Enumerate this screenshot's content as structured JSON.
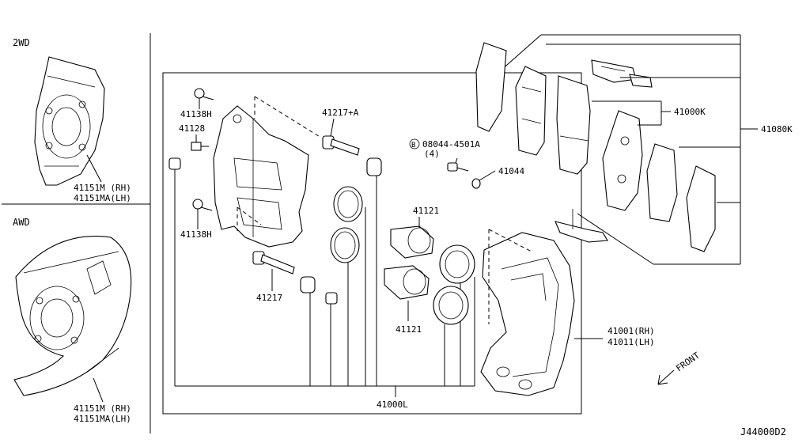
{
  "sections": {
    "two_wd": "2WD",
    "awd": "AWD"
  },
  "labels": {
    "shield_2wd_rh": "41151M (RH)",
    "shield_2wd_lh": "41151MA(LH)",
    "shield_awd_rh": "41151M (RH)",
    "shield_awd_lh": "41151MA(LH)",
    "bolt_top": "41138H",
    "bleeder": "41128",
    "bolt_lower": "41138H",
    "pin_a": "41217+A",
    "pin": "41217",
    "bolt_spec": "08044-4501A",
    "bolt_spec_marker": "B",
    "bolt_qty": "(4)",
    "washer": "41044",
    "piston_top": "41121",
    "piston_bottom": "41121",
    "pad_set": "41000K",
    "pad_kit": "41080K",
    "caliper_rh": "41001(RH)",
    "caliper_lh": "41011(LH)",
    "caliper_assy": "41000L",
    "front": "FRONT",
    "diagram_code": "J44000D2"
  }
}
